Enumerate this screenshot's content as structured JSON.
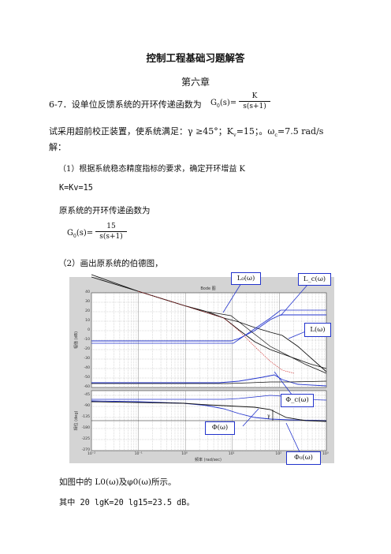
{
  "doc": {
    "title": "控制工程基础习题解答",
    "chapter": "第六章",
    "problem_lead": "6-7．设单位反馈系统的开环传递函数为",
    "g_symbol": "G",
    "g_sub": "0",
    "g_arg": "(s)=",
    "tf1_num": "K",
    "tf1_den": "s(s+1)",
    "requirement": "试采用超前校正装置，使系统满足：",
    "req_gamma": "γ ≥45°；K",
    "req_v_sub": "v",
    "req_k": "=15；。ω",
    "req_c_sub": "c",
    "req_wc": "=7.5 rad/s",
    "solution": "解：",
    "step1": "（1）根据系统稳态精度指标的要求，确定开环增益 K",
    "k_eq": "K=Kv=15",
    "orig_tf_text": "原系统的开环传递函数为",
    "tf2_num": "15",
    "tf2_den": "s(s+1)",
    "step2": "（2）画出原系统的伯德图，",
    "after1": "如图中的 L0(ω)及φ0(ω)所示。",
    "after2": "其中 20 lgK=20 lg15=23.5 dB。"
  },
  "figure": {
    "plot_title": "Bode 图",
    "mag_ylabel": "幅值 (dB)",
    "phase_ylabel": "相位 (deg)",
    "xlabel": "频率 (rad/sec)",
    "mag_ticks": [
      "40",
      "30",
      "20",
      "10",
      "0",
      "-10",
      "-20",
      "-30",
      "-40",
      "-50",
      "-60"
    ],
    "phase_ticks": [
      "-45",
      "-90",
      "-135",
      "-180",
      "-225",
      "-270"
    ],
    "x_ticks": [
      "10⁻²",
      "10⁻¹",
      "10⁰",
      "10¹",
      "10²",
      "10³"
    ],
    "gamma_mark": "γ",
    "callouts": {
      "L0": "L₀(ω)",
      "Lc": "L_c(ω)",
      "L": "L(ω)",
      "Phic": "Φ_c(ω)",
      "Phi": "Φ(ω)",
      "Phi0": "Φ₀(ω)"
    }
  }
}
